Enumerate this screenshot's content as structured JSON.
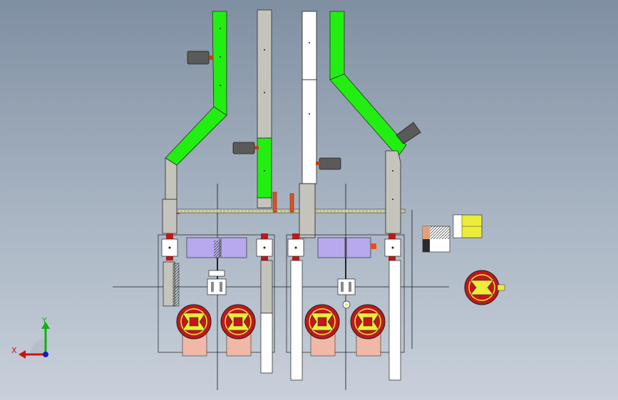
{
  "viewport": {
    "background_top": "#7f8fa2",
    "background_bottom": "#c8d0da",
    "view": "top-view"
  },
  "triad": {
    "x_label": "X",
    "y_label": "Y",
    "x_color": "#d01010",
    "y_color": "#10b010",
    "z_color": "#1020c0"
  },
  "colors": {
    "green_chute": "#22ee11",
    "gray_conveyor": "#c4c4bc",
    "white_conveyor": "#ffffff",
    "purple_block": "#b8a8ee",
    "red_part": "#c01818",
    "yellow_part": "#ecec3a",
    "orange_part": "#e85010",
    "pink_pad": "#f0b8a8",
    "motor_gray": "#5a5a58"
  }
}
